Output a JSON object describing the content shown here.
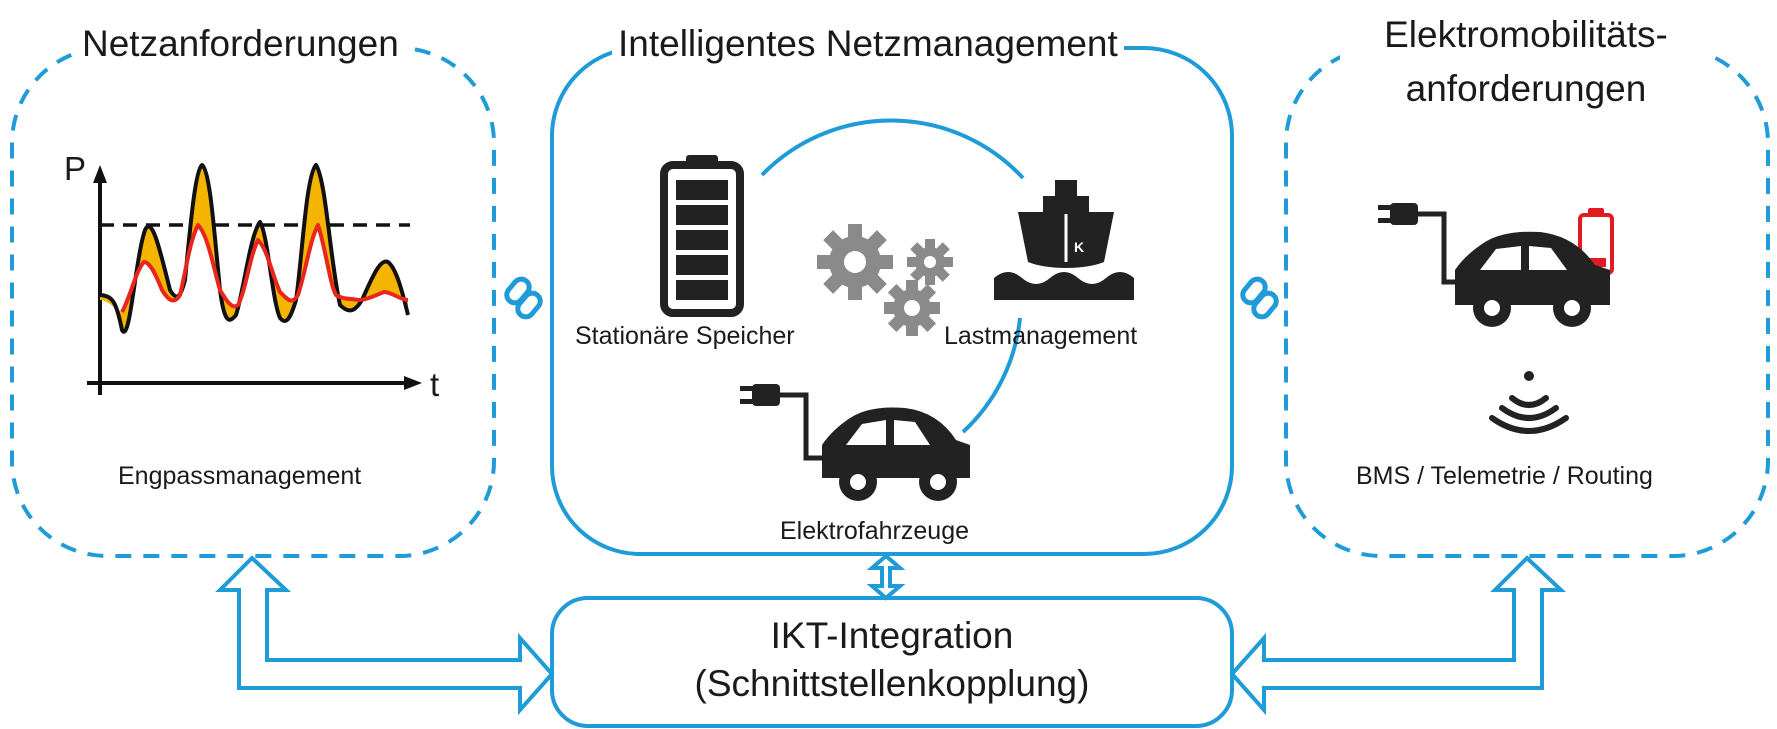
{
  "panels": {
    "left": {
      "title": "Netzanforderungen",
      "caption": "Engpassmanagement",
      "axis_y": "P",
      "axis_x": "t"
    },
    "center": {
      "title": "Intelligentes Netzmanagement",
      "items": {
        "storage": "Stationäre Speicher",
        "load": "Lastmanagement",
        "ev": "Elektrofahrzeuge"
      }
    },
    "right": {
      "title_line1": "Elektromobilitäts-",
      "title_line2": "anforderungen",
      "caption": "BMS / Telemetrie / Routing"
    }
  },
  "bottom": {
    "line1": "IKT-Integration",
    "line2": "(Schnittstellenkopplung)"
  },
  "ship_badge": "K",
  "colors": {
    "accent_blue": "#1f9bd7",
    "dark": "#222222",
    "gear_gray": "#8a8a8a",
    "curve_fill": "#f5b400",
    "curve_red": "#e8261c",
    "battery_red": "#e21a22"
  }
}
